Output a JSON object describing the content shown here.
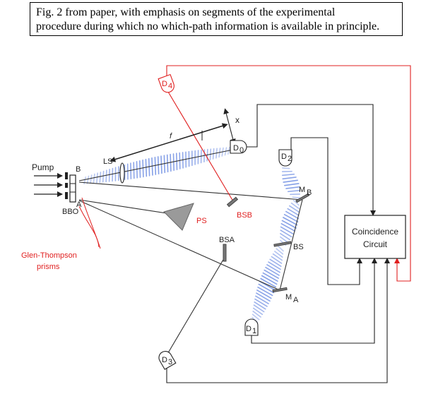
{
  "caption": {
    "line1": "Fig. 2 from paper, with emphasis on segments of the experimental",
    "line2": "procedure during which no which-path information is available in principle."
  },
  "labels": {
    "pump": "Pump",
    "b": "B",
    "a": "A",
    "bbo": "BBO",
    "ls": "LS",
    "f": "f",
    "x": "x",
    "ps": "PS",
    "bsb": "BSB",
    "bsa": "BSA",
    "bs": "BS",
    "mb": "M",
    "mb_sub": "B",
    "ma": "M",
    "ma_sub": "A",
    "glan_line1": "Glen-Thompson",
    "glan_line2": "prisms",
    "coincidence_line1": "Coincidence",
    "coincidence_line2": "Circuit"
  },
  "detectors": {
    "d0": {
      "main": "D",
      "sub": "0"
    },
    "d1": {
      "main": "D",
      "sub": "1"
    },
    "d2": {
      "main": "D",
      "sub": "2"
    },
    "d3": {
      "main": "D",
      "sub": "3"
    },
    "d4": {
      "main": "D",
      "sub": "4"
    }
  },
  "colors": {
    "red": "#e02020",
    "wave": "#7f9be6",
    "black": "#222222",
    "prism": "#9a9a9a"
  }
}
